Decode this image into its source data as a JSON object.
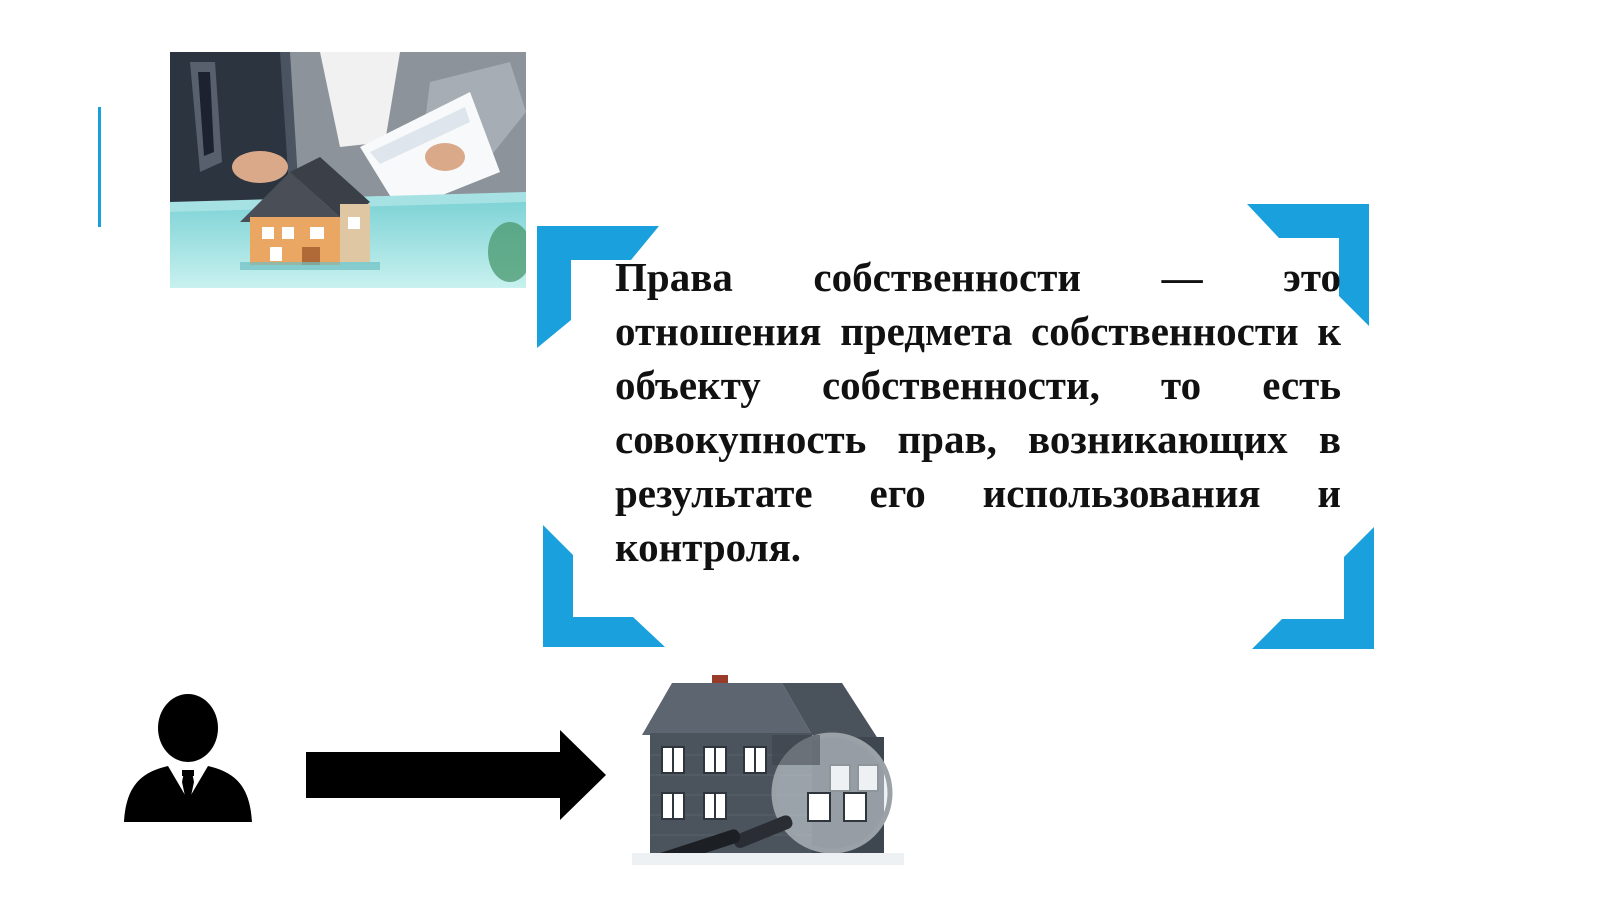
{
  "slide": {
    "definition_text": "Права собственности — это отношения предмета собственности к объекту собственности, то есть совокупность прав, возникающих в результате его использования и контроля."
  },
  "colors": {
    "accent": "#1aa0dc",
    "text": "#111111",
    "icon": "#000000"
  },
  "icons": {
    "person": "businessman-silhouette-icon",
    "arrow": "right-arrow-icon"
  },
  "images": {
    "meeting_photo": "people-signing-documents-with-house-model",
    "house_photo": "house-under-magnifying-glass"
  }
}
